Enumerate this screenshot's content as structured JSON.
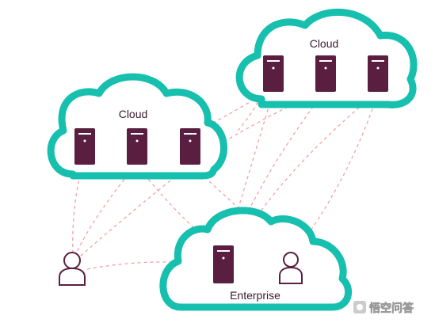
{
  "clouds": {
    "top_right": {
      "label": "Cloud"
    },
    "left": {
      "label": "Cloud"
    },
    "bottom": {
      "label": "Enterprise"
    }
  },
  "watermark": {
    "text": "悟空问答"
  },
  "colors": {
    "cloud_outline": "#17bfae",
    "server": "#5a1f40",
    "server_detail": "#ffffff",
    "user_outline": "#5a1f40",
    "connection": "#f2a1a6",
    "text": "#3b1a2e"
  },
  "icons": {
    "server": "server-tower-icon",
    "user": "user-person-icon",
    "watermark": "watermark-logo-icon"
  }
}
